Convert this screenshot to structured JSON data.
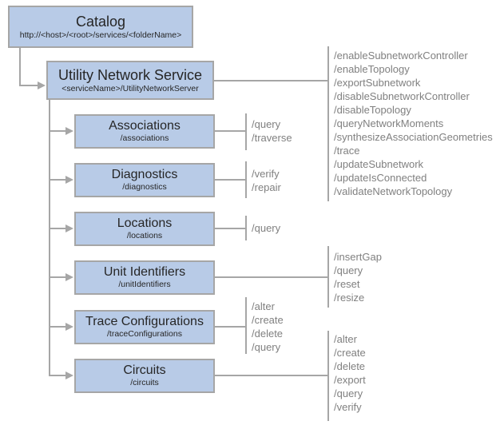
{
  "colors": {
    "box_fill": "#b8cbe7",
    "box_border": "#a6a6a6",
    "connector": "#a6a6a6",
    "box_text": "#262626",
    "operation_text": "#808080"
  },
  "nodes": {
    "catalog": {
      "title": "Catalog",
      "subtitle": "http://<host>/<root>/services/<folderName>"
    },
    "service": {
      "title": "Utility Network Service",
      "subtitle": "<serviceName>/UtilityNetworkServer",
      "operations": [
        "/enableSubnetworkController",
        "/enableTopology",
        "/exportSubnetwork",
        "/disableSubnetworkController",
        "/disableTopology",
        "/queryNetworkMoments",
        "/synthesizeAssociationGeometries",
        "/trace",
        "/updateSubnetwork",
        "/updateIsConnected",
        "/validateNetworkTopology"
      ]
    },
    "children": [
      {
        "title": "Associations",
        "subtitle": "/associations",
        "operations": [
          "/query",
          "/traverse"
        ]
      },
      {
        "title": "Diagnostics",
        "subtitle": "/diagnostics",
        "operations": [
          "/verify",
          "/repair"
        ]
      },
      {
        "title": "Locations",
        "subtitle": "/locations",
        "operations": [
          "/query"
        ]
      },
      {
        "title": "Unit Identifiers",
        "subtitle": "/unitIdentifiers",
        "operations": [
          "/insertGap",
          "/query",
          "/reset",
          "/resize"
        ]
      },
      {
        "title": "Trace Configurations",
        "subtitle": "/traceConfigurations",
        "operations": [
          "/alter",
          "/create",
          "/delete",
          "/query"
        ]
      },
      {
        "title": "Circuits",
        "subtitle": "/circuits",
        "operations": [
          "/alter",
          "/create",
          "/delete",
          "/export",
          "/query",
          "/verify"
        ]
      }
    ]
  }
}
